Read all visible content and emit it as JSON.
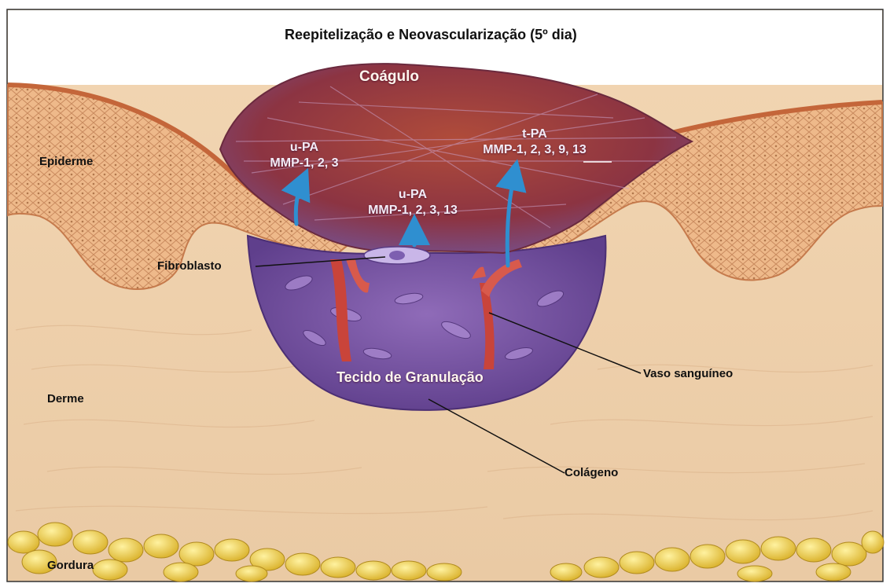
{
  "title": "Reepitelização e Neovascularização (5º dia)",
  "labels": {
    "clot": "Coágulo",
    "epidermis": "Epiderme",
    "fibroblast": "Fibroblasto",
    "dermis": "Derme",
    "fat": "Gordura",
    "granulation": "Tecido de Granulação",
    "vessel": "Vaso sanguíneo",
    "collagen": "Colágeno"
  },
  "enzymes": {
    "left": {
      "activator": "u-PA",
      "mmps": "MMP-1, 2, 3"
    },
    "center": {
      "activator": "u-PA",
      "mmps": "MMP-1, 2, 3, 13"
    },
    "right": {
      "activator": "t-PA",
      "mmps": "MMP-1, 2, 3, 9, 13"
    }
  },
  "colors": {
    "dermis": "#efcfaa",
    "epidermis": "#e9a97a",
    "granulation": "#7e5aa6",
    "clot": "#9a3a3c",
    "vessel": "#c9443a",
    "fat": "#f0d04a",
    "arrow": "#2f8fd0"
  }
}
